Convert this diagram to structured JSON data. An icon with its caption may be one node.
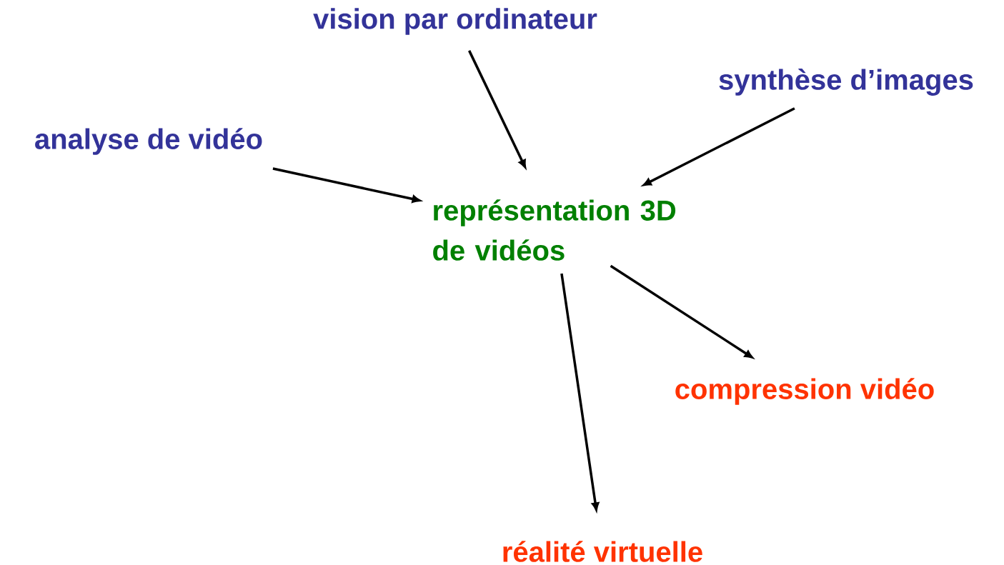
{
  "diagram": {
    "nodes": [
      {
        "text": [
          "vision par ordinateur"
        ]
      },
      {
        "text": [
          "synthèse d’images"
        ]
      },
      {
        "text": [
          "analyse de vidéo"
        ]
      },
      {
        "text": [
          "représentation 3D de vidéos"
        ]
      },
      {
        "text": [
          "compression vidéo"
        ]
      },
      {
        "text": [
          "réalité virtuelle"
        ]
      }
    ],
    "edges": [
      {
        "from": 0,
        "to": 3,
        "arrow": "to"
      },
      {
        "from": 1,
        "to": 3,
        "arrow": "to"
      },
      {
        "from": 2,
        "to": 3,
        "arrow": "to"
      },
      {
        "from": 3,
        "to": 4,
        "arrow": "to"
      },
      {
        "from": 3,
        "to": 5,
        "arrow": "to"
      }
    ]
  }
}
